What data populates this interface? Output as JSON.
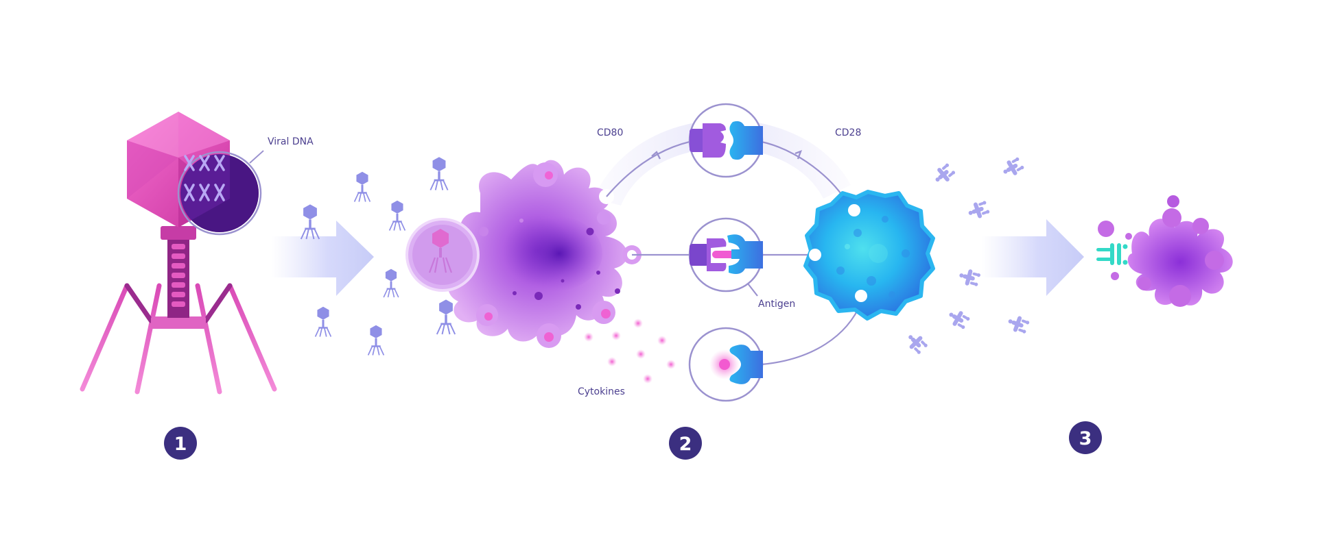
{
  "labels": {
    "viral_dna": "Viral DNA",
    "cd80": "CD80",
    "cd28": "CD28",
    "antigen": "Antigen",
    "cytokines": "Cytokines"
  },
  "steps": [
    "1",
    "2",
    "3"
  ],
  "colors": {
    "virus_pink": "#e64fb7",
    "virus_dark": "#9a2c8e",
    "antigen_cell": "#c06ee8",
    "t_cell": "#2aa7ee",
    "accent_line": "#9b92cf",
    "step_badge": "#3b2f80",
    "phage_small": "#8f8fe6"
  }
}
